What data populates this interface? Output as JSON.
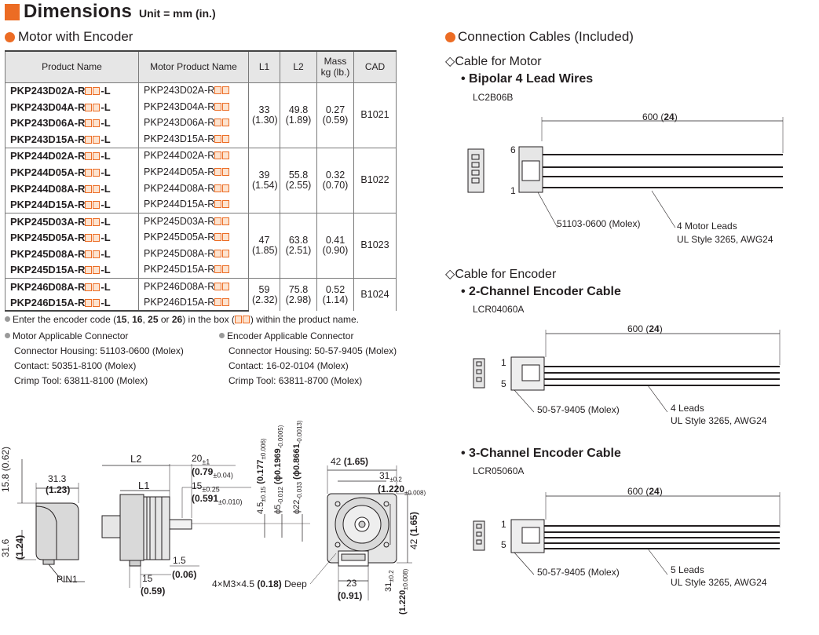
{
  "header": {
    "title": "Dimensions",
    "unit": "Unit = mm (in.)"
  },
  "left_section": {
    "title": "Motor with Encoder"
  },
  "table": {
    "headers": [
      "Product Name",
      "Motor Product Name",
      "L1",
      "L2",
      "Mass kg (lb.)",
      "CAD"
    ],
    "groups": [
      {
        "rows": [
          {
            "product": [
              "PKP243D02A-R",
              "-L"
            ],
            "motor": "PKP243D02A-R"
          },
          {
            "product": [
              "PKP243D04A-R",
              "-L"
            ],
            "motor": "PKP243D04A-R"
          },
          {
            "product": [
              "PKP243D06A-R",
              "-L"
            ],
            "motor": "PKP243D06A-R"
          },
          {
            "product": [
              "PKP243D15A-R",
              "-L"
            ],
            "motor": "PKP243D15A-R"
          }
        ],
        "l1": [
          "33",
          "(1.30)"
        ],
        "l2": [
          "49.8",
          "(1.89)"
        ],
        "mass": [
          "0.27",
          "(0.59)"
        ],
        "cad": "B1021"
      },
      {
        "rows": [
          {
            "product": [
              "PKP244D02A-R",
              "-L"
            ],
            "motor": "PKP244D02A-R"
          },
          {
            "product": [
              "PKP244D05A-R",
              "-L"
            ],
            "motor": "PKP244D05A-R"
          },
          {
            "product": [
              "PKP244D08A-R",
              "-L"
            ],
            "motor": "PKP244D08A-R"
          },
          {
            "product": [
              "PKP244D15A-R",
              "-L"
            ],
            "motor": "PKP244D15A-R"
          }
        ],
        "l1": [
          "39",
          "(1.54)"
        ],
        "l2": [
          "55.8",
          "(2.55)"
        ],
        "mass": [
          "0.32",
          "(0.70)"
        ],
        "cad": "B1022"
      },
      {
        "rows": [
          {
            "product": [
              "PKP245D03A-R",
              "-L"
            ],
            "motor": "PKP245D03A-R"
          },
          {
            "product": [
              "PKP245D05A-R",
              "-L"
            ],
            "motor": "PKP245D05A-R"
          },
          {
            "product": [
              "PKP245D08A-R",
              "-L"
            ],
            "motor": "PKP245D08A-R"
          },
          {
            "product": [
              "PKP245D15A-R",
              "-L"
            ],
            "motor": "PKP245D15A-R"
          }
        ],
        "l1": [
          "47",
          "(1.85)"
        ],
        "l2": [
          "63.8",
          "(2.51)"
        ],
        "mass": [
          "0.41",
          "(0.90)"
        ],
        "cad": "B1023"
      },
      {
        "rows": [
          {
            "product": [
              "PKP246D08A-R",
              "-L"
            ],
            "motor": "PKP246D08A-R"
          },
          {
            "product": [
              "PKP246D15A-R",
              "-L"
            ],
            "motor": "PKP246D15A-R"
          }
        ],
        "l1": [
          "59",
          "(2.32)"
        ],
        "l2": [
          "75.8",
          "(2.98)"
        ],
        "mass": [
          "0.52",
          "(1.14)"
        ],
        "cad": "B1024"
      }
    ]
  },
  "notes": {
    "encoder_code": {
      "pre": "Enter the encoder code (",
      "codes": [
        "15",
        "16",
        "25",
        "26"
      ],
      "sep1": ", ",
      "or": " or ",
      "mid": ") in the box (",
      "post": ") within the product name."
    },
    "motor_connector": {
      "title": "Motor Applicable Connector",
      "lines": [
        "Connector Housing: 51103-0600 (Molex)",
        "Contact: 50351-8100 (Molex)",
        "Crimp Tool: 63811-8100 (Molex)"
      ]
    },
    "encoder_connector": {
      "title": "Encoder Applicable Connector",
      "lines": [
        "Connector Housing: 50-57-9405 (Molex)",
        "Contact: 16-02-0104 (Molex)",
        "Crimp Tool: 63811-8700 (Molex)"
      ]
    }
  },
  "drawing": {
    "side": {
      "d1": "31.3",
      "d1b": "(1.23)",
      "d2": "15.8 (0.62)",
      "d3": "31.6",
      "d3b": "(1.24)",
      "pin": "PIN1"
    },
    "front": {
      "L2": "L2",
      "L1": "L1",
      "a1": "20",
      "a1t": "±1",
      "a1i": "(0.79",
      "a1it": "±0.04)",
      "a2": "15",
      "a2t": "±0.25",
      "a2i": "(0.591",
      "a2it": "±0.010)",
      "b1": "1.5",
      "b1i": "(0.06)",
      "c1": "15",
      "c1i": "(0.59)",
      "v1": "4.5",
      "v1t": "±0.15",
      "v1i": "(0.177",
      "v1it": "±0.006)",
      "v2": "ϕ5",
      "v2t1": "0",
      "v2t2": "-0.012",
      "v2i": "(ϕ0.1969",
      "v2it1": "0",
      "v2it2": "-0.0005)",
      "v3": "ϕ22",
      "v3t1": "0",
      "v3t2": "-0.033",
      "v3i": "(ϕ0.8661",
      "v3it1": "0",
      "v3it2": "-0.0013)"
    },
    "end": {
      "w": "42",
      "wi": "(1.65)",
      "p": "31",
      "pt": "±0.2",
      "pi": "(1.220",
      "pit": "±0.008)",
      "h": "42",
      "hi": "(1.65)",
      "q": "31",
      "qt": "±0.2",
      "qi": "(1.220",
      "qit": "±0.008)",
      "s": "23",
      "si": "(0.91)",
      "tap": "4×M3×4.5",
      "tapi": "(0.18)",
      "tapd": "Deep"
    }
  },
  "right_section": {
    "title": "Connection Cables (Included)",
    "motor_cable": {
      "head": "Cable for Motor",
      "bullet": "Bipolar 4 Lead Wires",
      "code": "LC2B06B",
      "length": "600",
      "length_in": "24",
      "pin_top": "6",
      "pin_bot": "1",
      "connector": "51103-0600 (Molex)",
      "leads": "4 Motor Leads",
      "wire": "UL Style 3265, AWG24"
    },
    "encoder_head": "Cable for Encoder",
    "enc2": {
      "bullet": "2-Channel Encoder Cable",
      "code": "LCR04060A",
      "length": "600",
      "length_in": "24",
      "pin_top": "1",
      "pin_bot": "5",
      "connector": "50-57-9405 (Molex)",
      "leads": "4 Leads",
      "wire": "UL Style 3265, AWG24"
    },
    "enc3": {
      "bullet": "3-Channel Encoder Cable",
      "code": "LCR05060A",
      "length": "600",
      "length_in": "24",
      "pin_top": "1",
      "pin_bot": "5",
      "connector": "50-57-9405 (Molex)",
      "leads": "5 Leads",
      "wire": "UL Style 3265, AWG24"
    }
  },
  "colors": {
    "accent": "#ec6c24",
    "box_fill": "#fde3cf",
    "header_bg": "#e6e6e6"
  }
}
